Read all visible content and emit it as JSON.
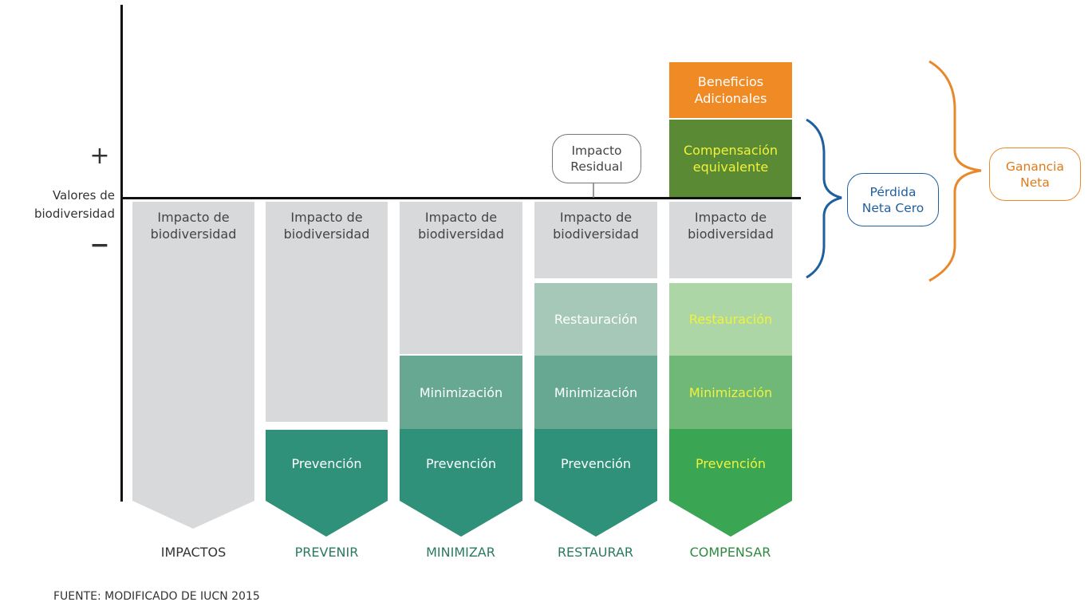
{
  "axis": {
    "plus": "+",
    "minus": "−",
    "label_line1": "Valores de",
    "label_line2": "biodiversidad"
  },
  "common": {
    "impact_line1": "Impacto de",
    "impact_line2": "biodiversidad",
    "prevencion": "Prevención",
    "minimizacion": "Minimización",
    "restauracion": "Restauración"
  },
  "columns": [
    {
      "stage": "IMPACTOS",
      "stage_color": "#333333"
    },
    {
      "stage": "PREVENIR",
      "stage_color": "#2a7a5e"
    },
    {
      "stage": "MINIMIZAR",
      "stage_color": "#2a7a5e"
    },
    {
      "stage": "RESTAURAR",
      "stage_color": "#2a7a5e"
    },
    {
      "stage": "COMPENSAR",
      "stage_color": "#2e8a3e"
    }
  ],
  "compensar": {
    "beneficios_line1": "Beneficios",
    "beneficios_line2": "Adicionales",
    "compensacion_line1": "Compensación",
    "compensacion_line2": "equivalente"
  },
  "callouts": {
    "residual_line1": "Impacto",
    "residual_line2": "Residual",
    "perdida_line1": "Pérdida",
    "perdida_line2": "Neta Cero",
    "ganancia_line1": "Ganancia",
    "ganancia_line2": "Neta"
  },
  "colors": {
    "gray": "#d8d9db",
    "teal_dark": "#2f917a",
    "teal_mid": "#67a893",
    "teal_light": "#a5c8b8",
    "green_dark": "#3aa552",
    "green_mid": "#70b877",
    "green_light": "#acd6a5",
    "olive": "#5b8a35",
    "orange": "#f08a24",
    "blue": "#1f5f9e",
    "orange_brace": "#e8882a"
  },
  "footer": "FUENTE: MODIFICADO DE IUCN 2015"
}
